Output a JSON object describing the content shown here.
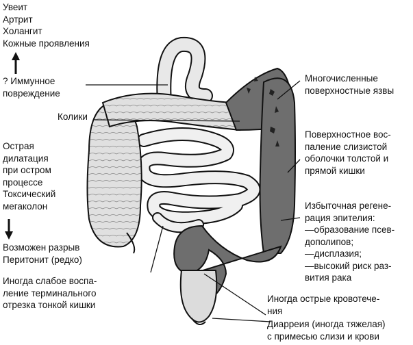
{
  "labels": {
    "systemic": "Увеит\nАртрит\nХолангит\nКожные проявления",
    "immune": "? Иммунное\nповреждение",
    "colic": "Колики",
    "dilatation": "Острая\nдилатация\nпри остром\nпроцессе\nТоксический\nмегаколон",
    "rupture": "Возможен разрыв\nПеритонит (редко)",
    "ileum": "Иногда слабое воспа-\nление терминального\nотрезка тонкой кишки",
    "ulcers": "Многочисленные\nповерхностные язвы",
    "mucosa": "Поверхностное вос-\nпаление слизистой\nоболочки толстой и\nпрямой кишки",
    "regeneration": "Избыточная регене-\nрация эпителия:\n—образование псев-\nдополипов;\n—дисплазия;\n—высокий риск раз-\nвития рака",
    "bleeding": "Иногда острые кровотече-\nния",
    "diarrhea": "Диарреия (иногда тяжелая)\nс примесью слизи и крови"
  },
  "colors": {
    "healthy": "#e2e2e2",
    "diseased": "#6e6e6e",
    "outline": "#111111"
  }
}
